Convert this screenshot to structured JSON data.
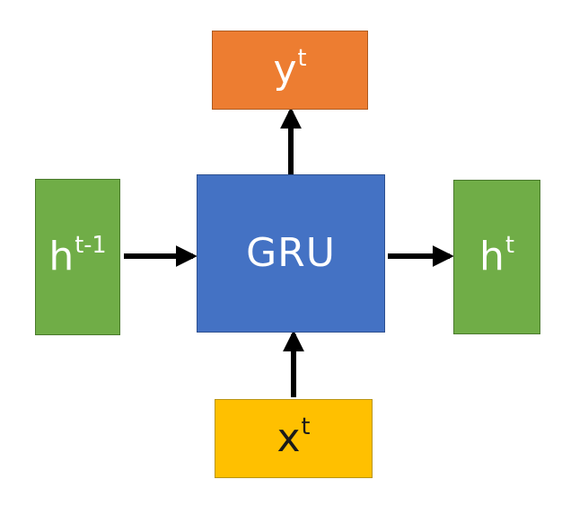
{
  "nodes": {
    "output": {
      "base": "y",
      "sup": "t"
    },
    "cell": {
      "label": "GRU"
    },
    "hidden_prev": {
      "base": "h",
      "sup": "t-1"
    },
    "hidden_next": {
      "base": "h",
      "sup": "t"
    },
    "input": {
      "base": "x",
      "sup": "t"
    }
  },
  "colors": {
    "output": "#ed7d31",
    "cell": "#4472c4",
    "hidden": "#70ad47",
    "input": "#ffc000",
    "arrow": "#000000"
  }
}
